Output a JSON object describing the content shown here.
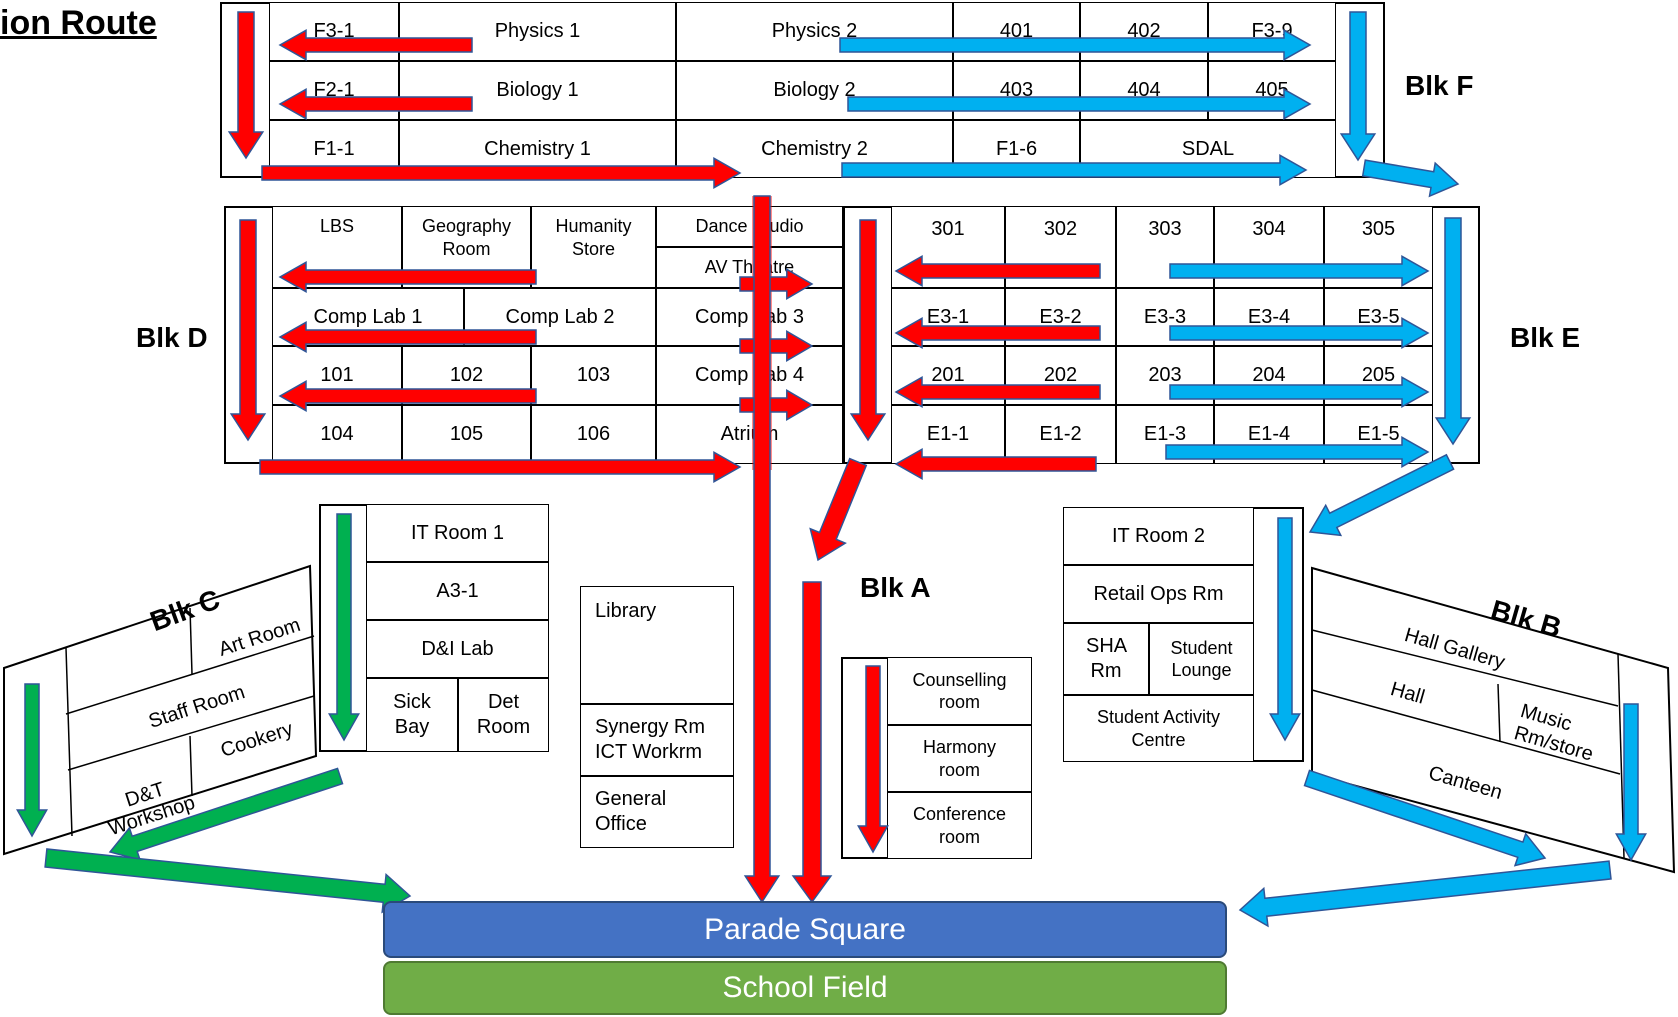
{
  "title": "ion Route",
  "colors": {
    "red": "#ff0000",
    "blue": "#00b0f0",
    "green": "#00b050",
    "parade": "#4472c4",
    "field": "#70ad47",
    "arrow_outline": "#2f5597"
  },
  "blocks": {
    "f": {
      "label": "Blk F",
      "rows": [
        [
          "F3-1",
          "Physics 1",
          "Physics 2",
          "401",
          "402",
          "F3-9"
        ],
        [
          "F2-1",
          "Biology 1",
          "Biology 2",
          "403",
          "404",
          "405"
        ],
        [
          "F1-1",
          "Chemistry 1",
          "Chemistry 2",
          "F1-6",
          "SDAL"
        ]
      ]
    },
    "d": {
      "label": "Blk D",
      "lbs": "LBS",
      "geography": "Geography Room",
      "humanity": "Humanity Store",
      "dance": "Dance Studio",
      "av": "AV Theatre",
      "comp1": "Comp Lab 1",
      "comp2": "Comp Lab 2",
      "comp3": "Comp Lab 3",
      "r101": "101",
      "r102": "102",
      "r103": "103",
      "comp4": "Comp Lab 4",
      "r104": "104",
      "r105": "105",
      "r106": "106",
      "atrium": "Atrium"
    },
    "e": {
      "label": "Blk E",
      "rows": [
        [
          "301",
          "302",
          "303",
          "304",
          "305"
        ],
        [
          "E3-1",
          "E3-2",
          "E3-3",
          "E3-4",
          "E3-5"
        ],
        [
          "201",
          "202",
          "203",
          "204",
          "205"
        ],
        [
          "E1-1",
          "E1-2",
          "E1-3",
          "E1-4",
          "E1-5"
        ]
      ]
    },
    "a": {
      "label": "Blk A",
      "it1": "IT Room 1",
      "a31": "A3-1",
      "di": "D&I Lab",
      "sick": "Sick Bay",
      "det": "Det Room",
      "library": "Library",
      "synergy": "Synergy Rm ICT Workrm",
      "office": "General Office",
      "counselling": "Counselling room",
      "harmony": "Harmony room",
      "conference": "Conference room"
    },
    "c": {
      "label": "Blk C",
      "art": "Art Room",
      "staff": "Staff Room",
      "cookery": "Cookery",
      "dt": "D&T Workshop"
    },
    "b": {
      "label": "Blk B",
      "gallery": "Hall Gallery",
      "hall": "Hall",
      "music": "Music Rm/store",
      "canteen": "Canteen"
    },
    "right": {
      "it2": "IT Room 2",
      "retail": "Retail Ops Rm",
      "sha": "SHA Rm",
      "lounge": "Student Lounge",
      "activity": "Student Activity Centre"
    }
  },
  "assembly": {
    "parade": "Parade Square",
    "field": "School Field"
  }
}
